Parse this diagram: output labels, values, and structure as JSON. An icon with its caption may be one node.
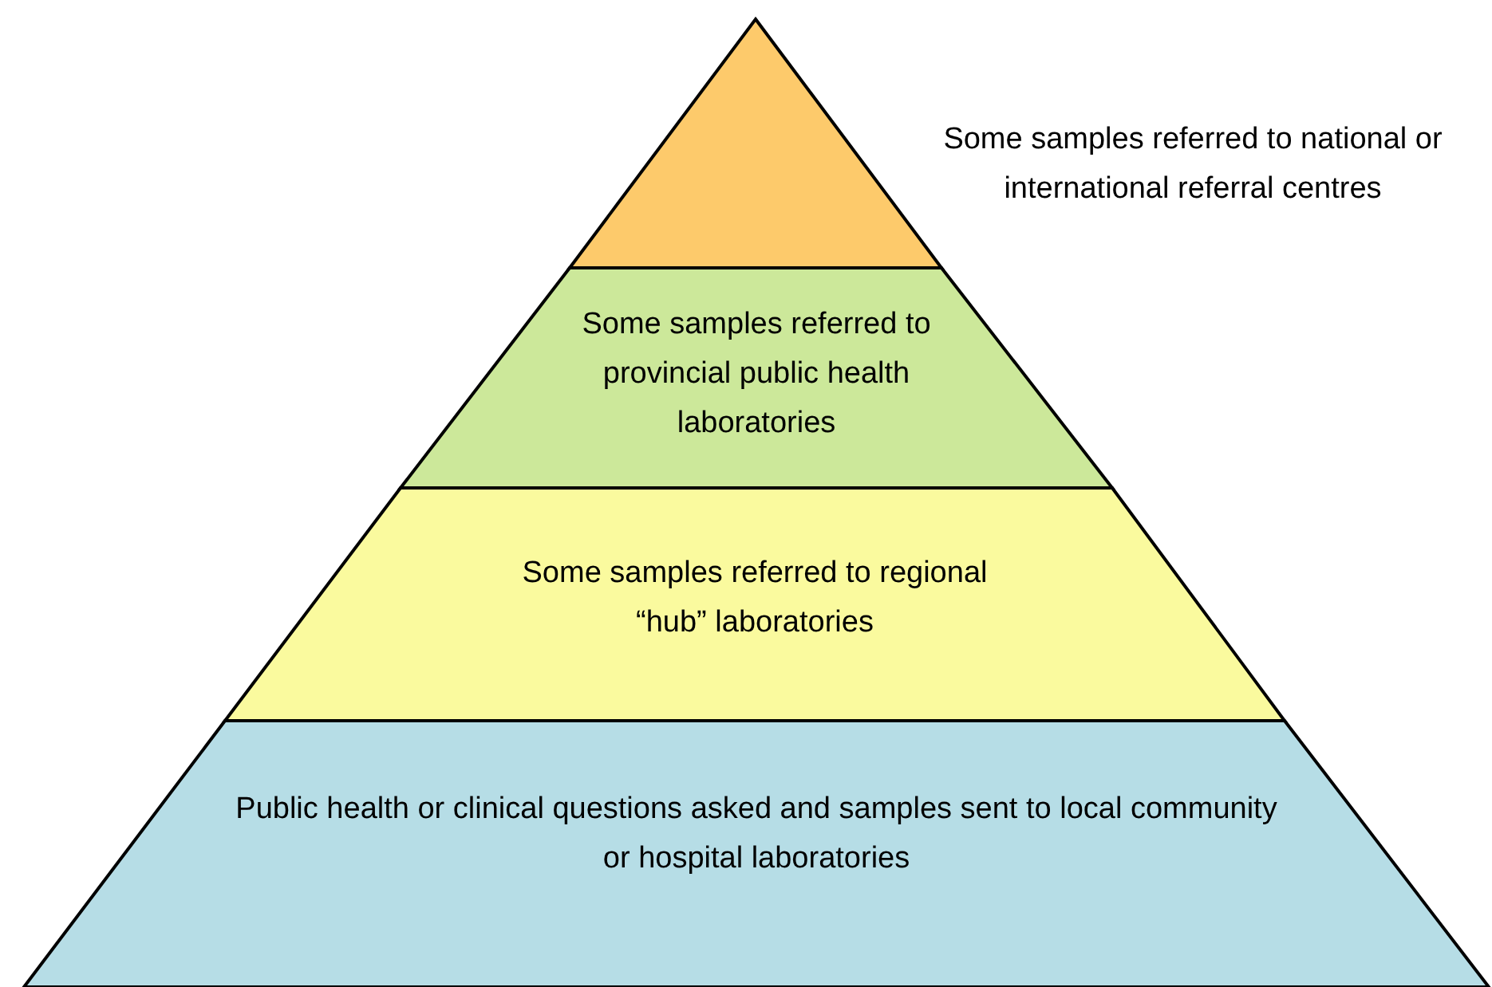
{
  "diagram": {
    "nodes": [
      {
        "text": [],
        "shape": "triangle",
        "beside": [
          "Some samples referred to national or international referral centres"
        ]
      },
      {
        "text": [
          "Some samples referred to provincial public health laboratories"
        ]
      },
      {
        "text": [
          "Some samples referred to regional “hub” laboratories"
        ]
      },
      {
        "text": [
          "Public health or clinical questions asked and samples sent to local community or hospital laboratories"
        ]
      }
    ]
  }
}
